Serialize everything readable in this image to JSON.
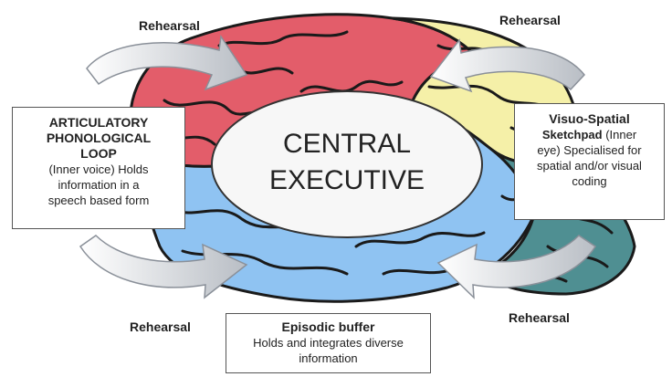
{
  "central": {
    "line1": "CENTRAL",
    "line2": "EXECUTIVE"
  },
  "rehearsal": {
    "top_left": "Rehearsal",
    "top_right": "Rehearsal",
    "bottom_left": "Rehearsal",
    "bottom_right": "Rehearsal"
  },
  "phonological": {
    "title_l1": "ARTICULATORY",
    "title_l2": "PHONOLOGICAL",
    "title_l3": "LOOP",
    "desc_l1": "(Inner voice) Holds",
    "desc_l2": "information in a",
    "desc_l3": "speech based form"
  },
  "visuospatial": {
    "title_l1": "Visuo-Spatial",
    "title_l2": "Sketchpad",
    "title_l2_rest": " (Inner",
    "desc_l1": "eye) Specialised for",
    "desc_l2": "spatial and/or visual",
    "desc_l3": "coding"
  },
  "episodic": {
    "title": "Episodic buffer",
    "desc_l1": "Holds and integrates diverse",
    "desc_l2": "information"
  },
  "colors": {
    "frontal_red": "#e35d6a",
    "parietal_yellow": "#f5f0a8",
    "temporal_blue": "#8fc3f2",
    "occipital_teal": "#4f8f92",
    "arrow_grey": "#cfd3d8",
    "outline": "#1a1a1a"
  }
}
